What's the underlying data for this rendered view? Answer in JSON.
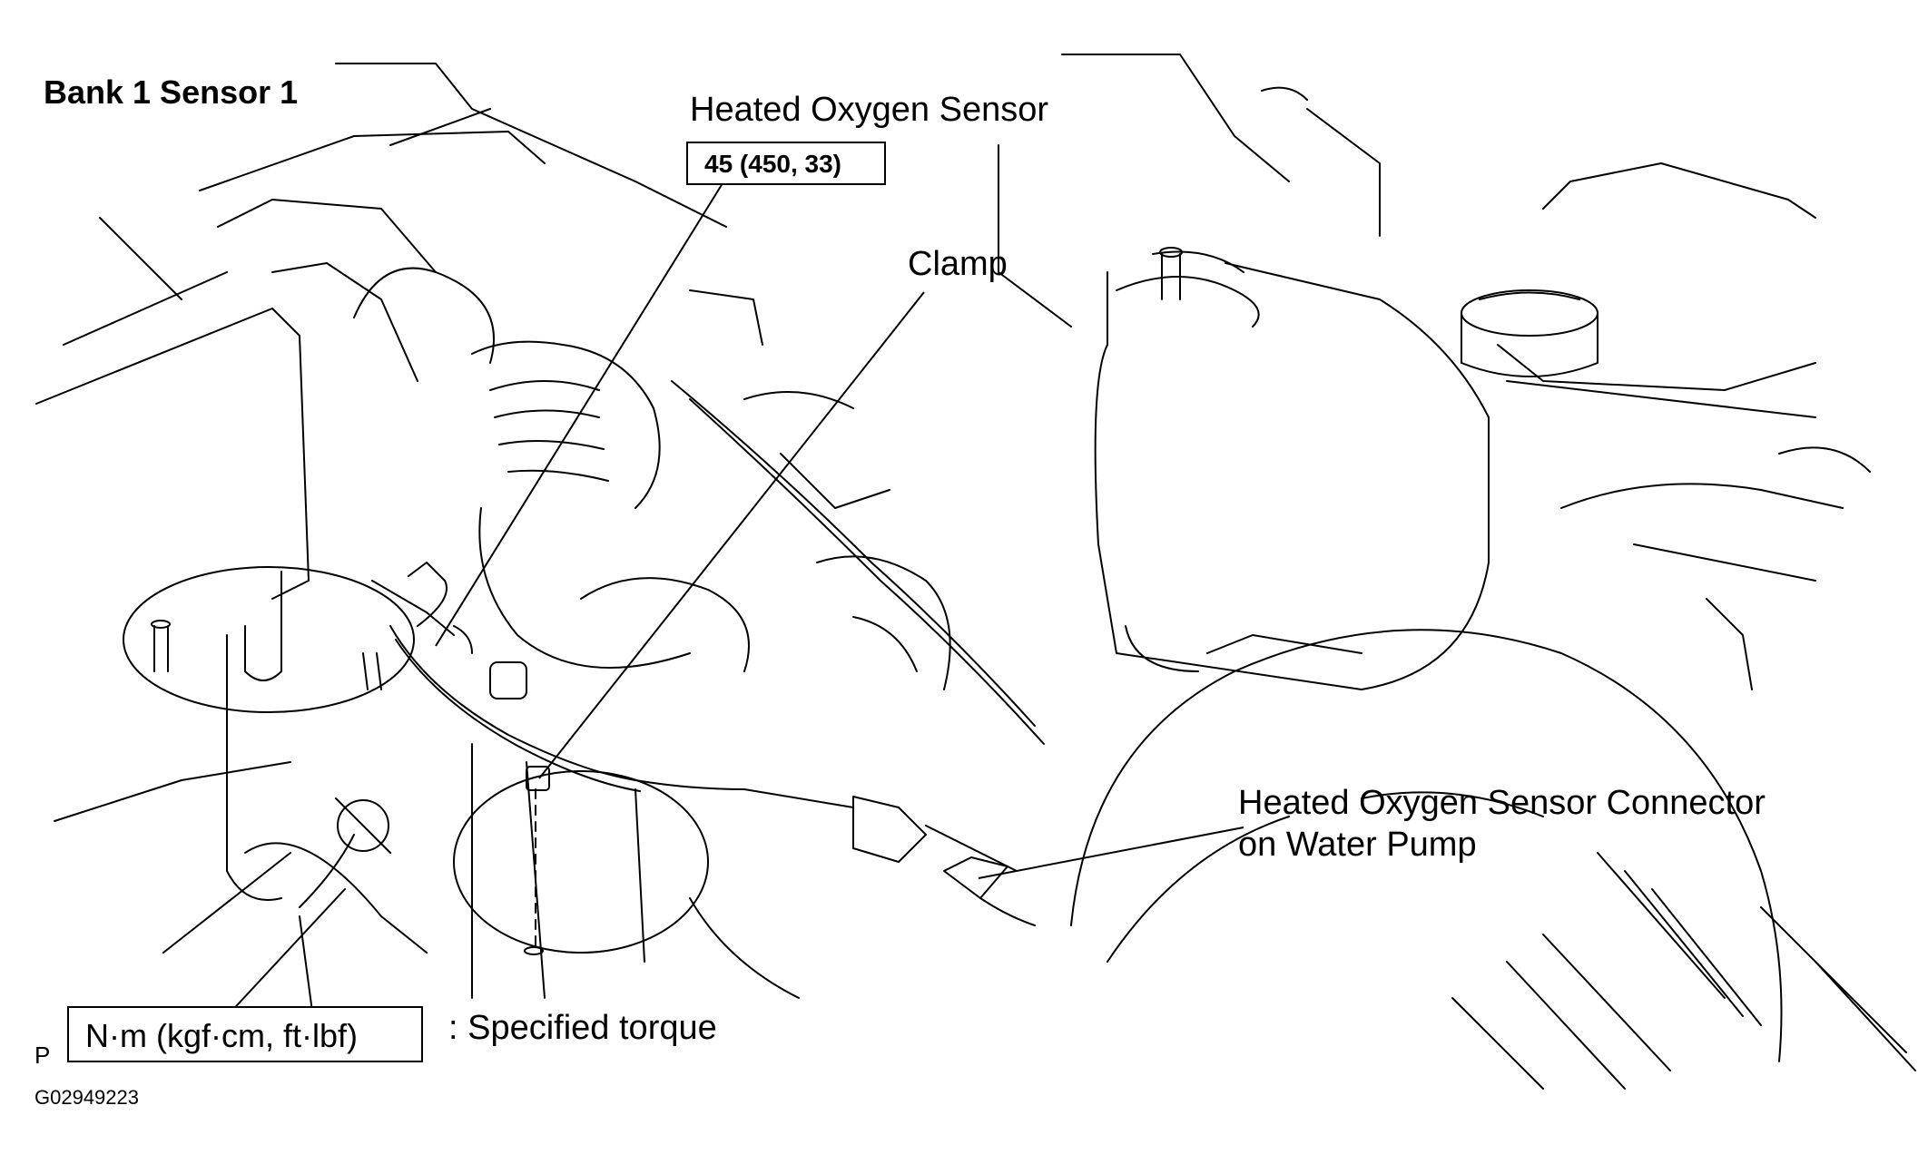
{
  "diagram": {
    "title": "Bank 1 Sensor 1",
    "labels": {
      "sensor": "Heated Oxygen Sensor",
      "torque_value": "45 (450, 33)",
      "clamp": "Clamp",
      "connector_line1": "Heated Oxygen Sensor Connector",
      "connector_line2": "on Water Pump"
    },
    "legend": {
      "unit_box": "N·m (kgf·cm, ft·lbf)",
      "description": ": Specified torque",
      "prefix": "P"
    },
    "figure_id": "G02949223"
  }
}
